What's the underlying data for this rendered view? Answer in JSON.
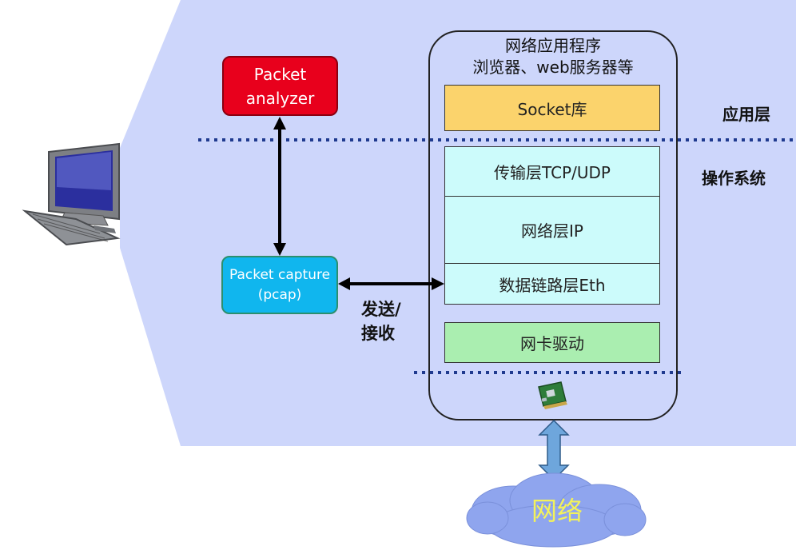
{
  "analyzer": {
    "line1": "Packet",
    "line2": "analyzer"
  },
  "capture": {
    "line1": "Packet capture",
    "line2": "(pcap)"
  },
  "send_recv": {
    "line1": "发送/",
    "line2": "接收"
  },
  "stack": {
    "title1": "网络应用程序",
    "title2": "浏览器、web服务器等",
    "socket": "Socket库",
    "transport": "传输层TCP/UDP",
    "network": "网络层IP",
    "datalink": "数据链路层Eth",
    "driver": "网卡驱动"
  },
  "labels": {
    "app_layer": "应用层",
    "os": "操作系统"
  },
  "cloud": {
    "label": "网络"
  },
  "colors": {
    "background_panel": "#cdd6fb",
    "analyzer": "#e8001c",
    "capture": "#10b6ee",
    "socket": "#fbd36c",
    "layer": "#ccfbfb",
    "driver": "#aaeeb0",
    "cloud": "#8fa5ee",
    "cloud_text": "#f3f25a",
    "dotted_line": "#1f3a8f"
  }
}
